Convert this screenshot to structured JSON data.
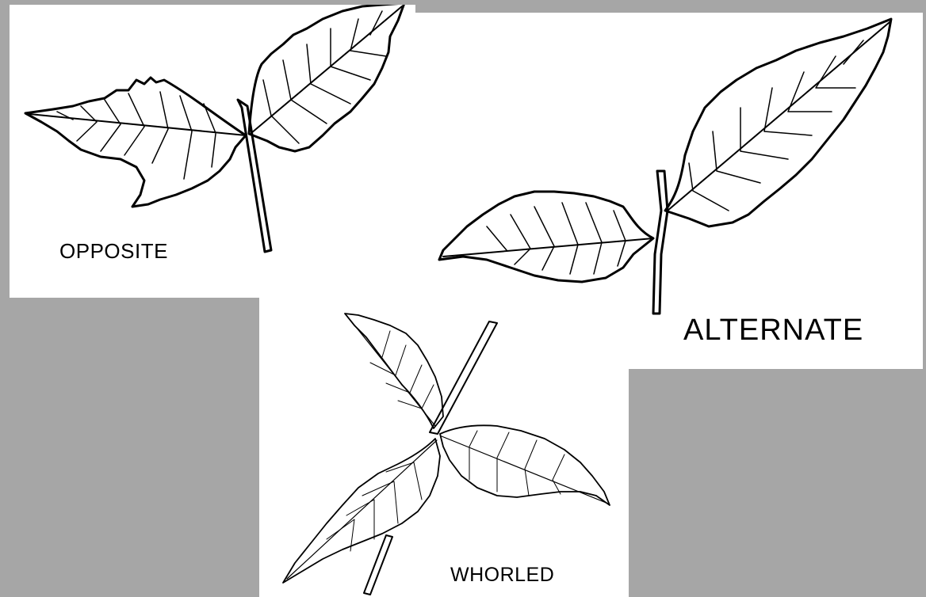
{
  "diagram": {
    "labels": {
      "opposite": "OPPOSITE",
      "alternate": "ALTERNATE",
      "whorled": "WHORLED"
    },
    "colors": {
      "background": "#a6a6a6",
      "panel": "#ffffff",
      "ink": "#000000"
    }
  }
}
